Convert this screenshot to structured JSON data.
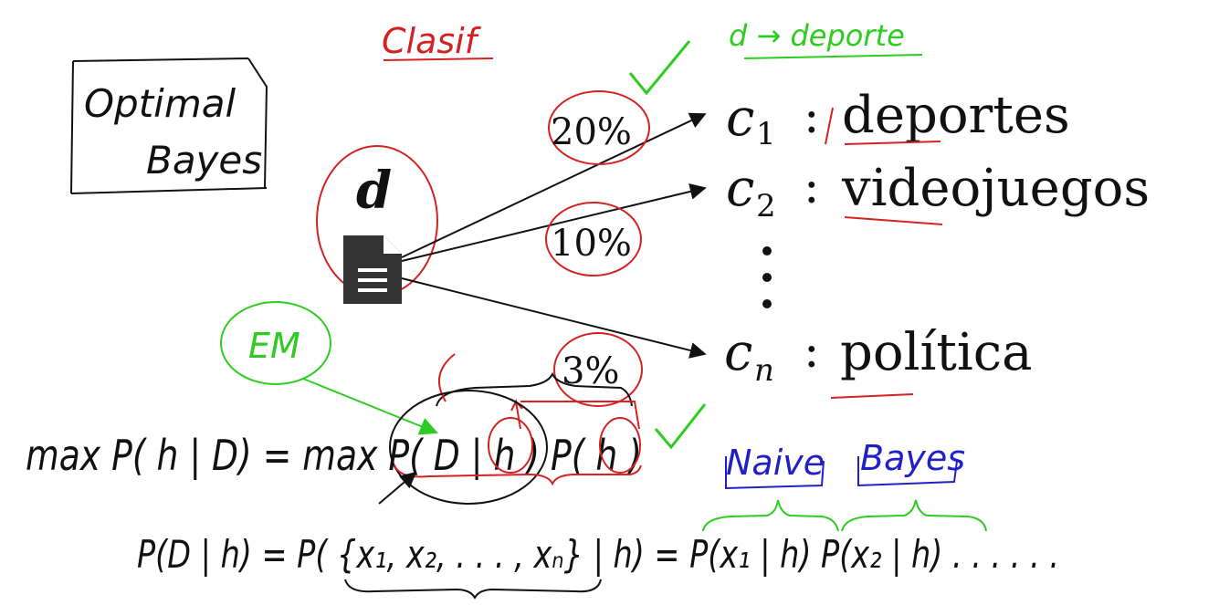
{
  "board": {
    "header": {
      "clasif_label": "Clasif",
      "green_note": "d → deporte"
    },
    "box": {
      "line1": "Optimal",
      "line2": "Bayes"
    },
    "document": {
      "label": "d"
    },
    "classes": [
      {
        "sym": "c",
        "sub": "1",
        "colon": ":",
        "name": "deportes"
      },
      {
        "sym": "c",
        "sub": "2",
        "colon": ":",
        "name": "videojuegos"
      },
      {
        "sym": "c",
        "sub": "n",
        "colon": ":",
        "name": "política"
      }
    ],
    "probabilities": [
      "20%",
      "10%",
      "3%"
    ],
    "em_label": "EM",
    "formula1": "max P( h | D) = max P( D | h ) P( h )",
    "formula2": "P(D | h) = P( {x₁, x₂, . . . , xₙ} | h) =  P(x₁ | h) P(x₂ | h) . . . . . .",
    "naive_label": "Naive",
    "bayes_label": "Bayes",
    "colors": {
      "ink": "#111111",
      "red": "#d42222",
      "green": "#2ecc20",
      "blue": "#2020c8"
    },
    "icons": [
      "document-icon",
      "check-icon",
      "arrow-icon"
    ]
  }
}
